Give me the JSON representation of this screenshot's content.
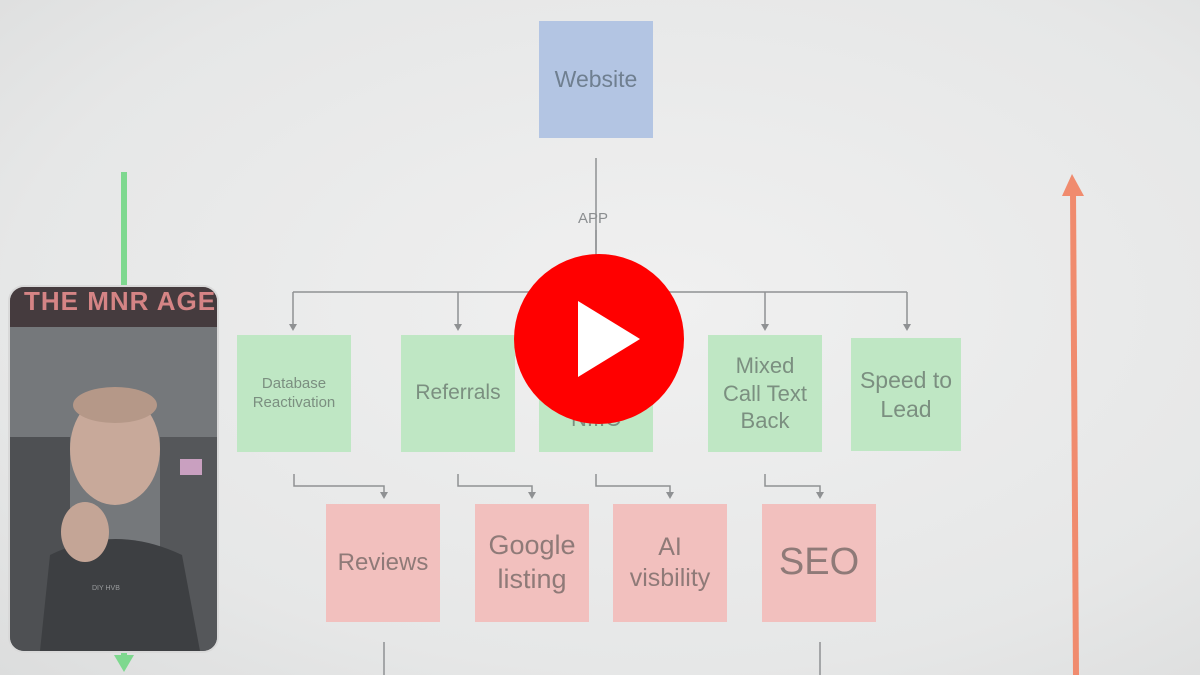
{
  "diagram": {
    "root": {
      "label": "Website"
    },
    "edge_label": "APP",
    "tier1": [
      {
        "label": "Database Reactivation"
      },
      {
        "label": "Referrals"
      },
      {
        "label": "N...C"
      },
      {
        "label": "Mixed Call Text Back"
      },
      {
        "label": "Speed to Lead"
      }
    ],
    "tier2": [
      {
        "label": "Reviews"
      },
      {
        "label": "Google listing"
      },
      {
        "label": "AI visbility"
      },
      {
        "label": "SEO"
      }
    ]
  },
  "webcam": {
    "neon_text": "THE MNR AGE",
    "shirt_text": "DIY HVB"
  },
  "colors": {
    "blue_note": "#b3c5e3",
    "green_note": "#bfe7c4",
    "red_note": "#f2c0be",
    "left_arrow": "#7ed88f",
    "right_arrow": "#f08b6e",
    "play_button": "#ff0000"
  },
  "overlay": {
    "play_icon": "play-icon"
  }
}
